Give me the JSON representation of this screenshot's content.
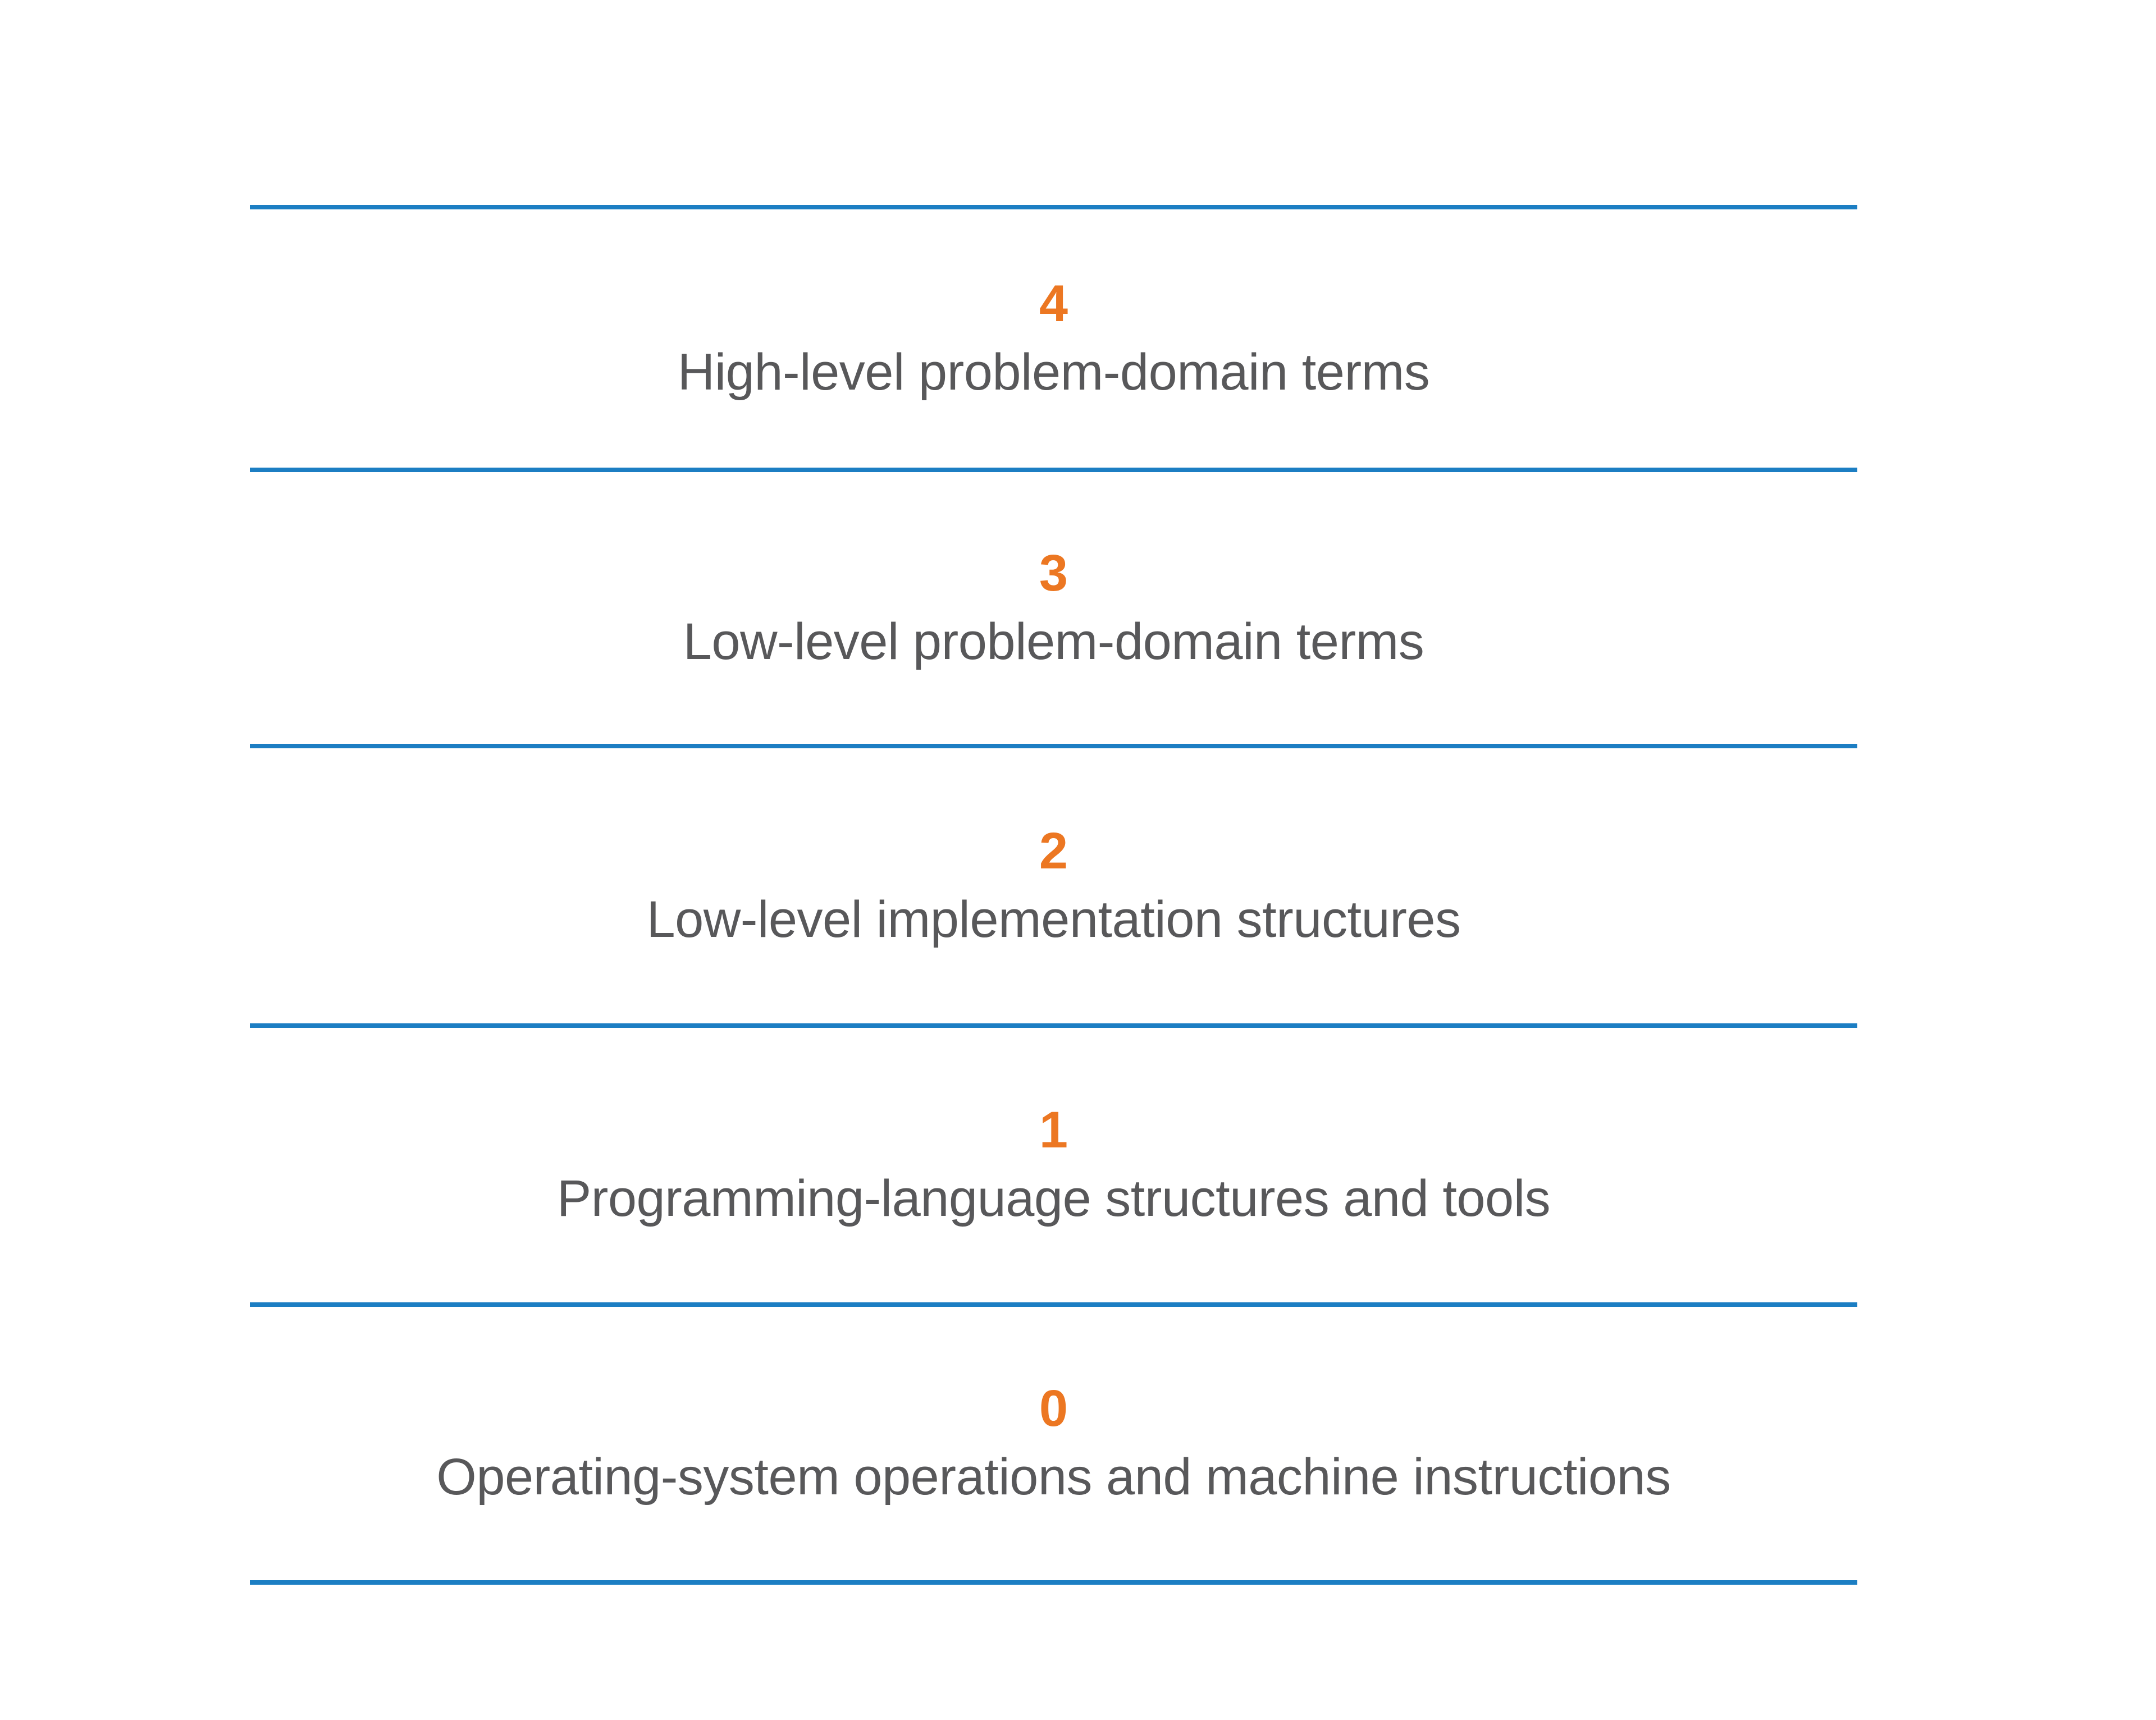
{
  "figure": {
    "kind": "layered-abstraction-diagram",
    "orientation": "vertical-stack",
    "colors": {
      "divider_blue": "#1C7EC3",
      "number_orange": "#EC7722",
      "label_gray": "#58585A",
      "background": "#FFFFFF"
    }
  },
  "layers": [
    {
      "number": "4",
      "label": "High-level problem-domain terms"
    },
    {
      "number": "3",
      "label": "Low-level problem-domain terms"
    },
    {
      "number": "2",
      "label": "Low-level implementation structures"
    },
    {
      "number": "1",
      "label": "Programming-language structures and tools"
    },
    {
      "number": "0",
      "label": "Operating-system operations and machine instructions"
    }
  ]
}
